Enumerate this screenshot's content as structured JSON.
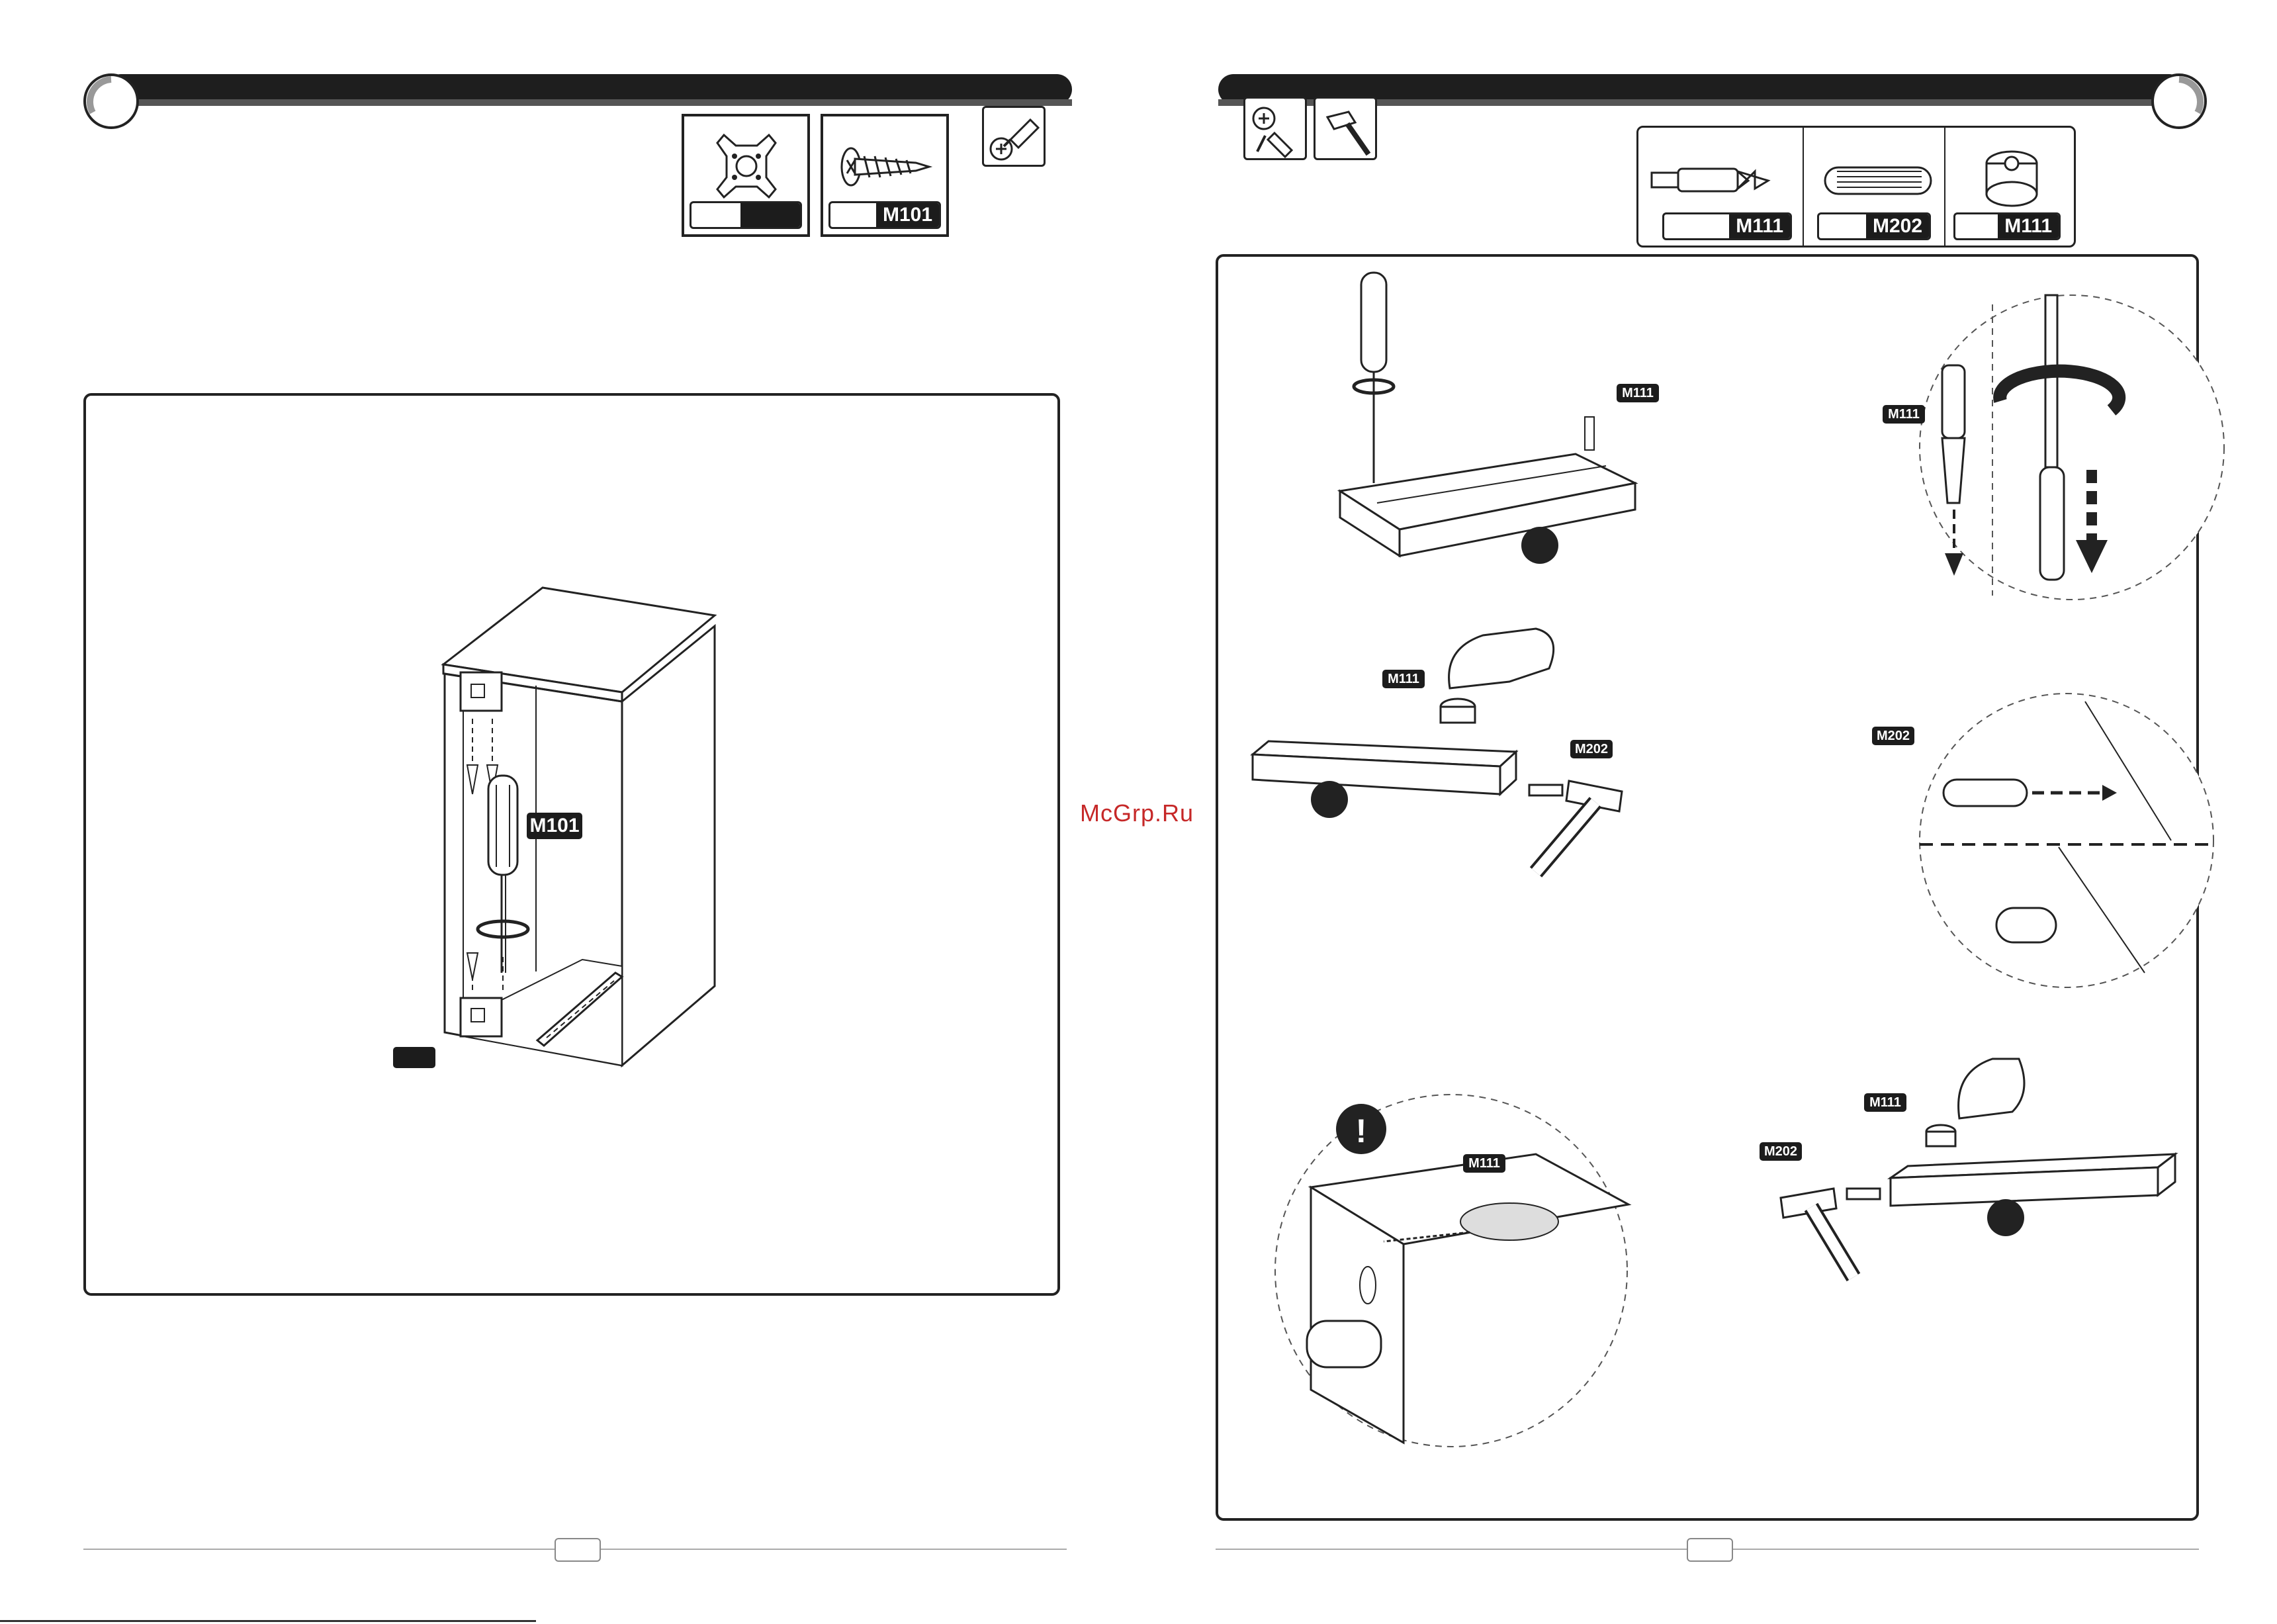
{
  "watermark": "McGrp.Ru",
  "left_page": {
    "parts": [
      {
        "icon": "mounting-plate-icon",
        "code": ""
      },
      {
        "icon": "screw-icon",
        "code": "M101"
      }
    ],
    "tool_icon": "screwdriver-icon",
    "step_labels": {
      "screw": "M101"
    },
    "page_number": ""
  },
  "right_page": {
    "tool_icons": [
      "screwdriver-icon",
      "hammer-icon"
    ],
    "parts": [
      {
        "icon": "cam-bolt-icon",
        "code": "M111"
      },
      {
        "icon": "wood-dowel-icon",
        "code": "M202"
      },
      {
        "icon": "cam-lock-icon",
        "code": "M111"
      }
    ],
    "step_labels": {
      "bolt_top": "M111",
      "bolt_detail": "M111",
      "cam_mid": "M111",
      "dowel_mid": "M202",
      "dowel_detail": "M202",
      "cam_warning": "M111",
      "cam_bottom": "M111",
      "dowel_bottom": "M202"
    },
    "page_number": ""
  }
}
